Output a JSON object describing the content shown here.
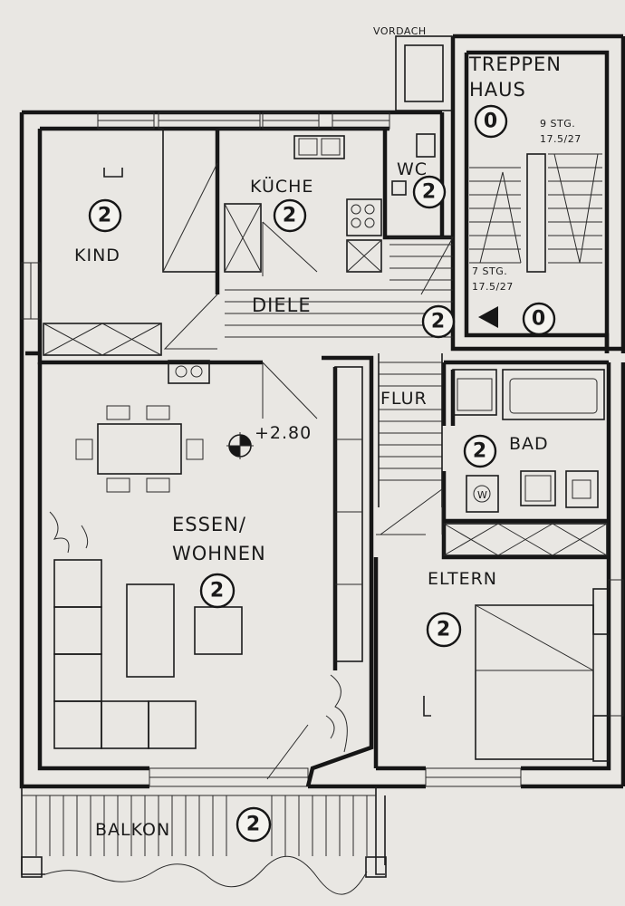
{
  "labels": {
    "vordach": "VORDACH",
    "treppenhaus_line1": "TREPPEN",
    "treppenhaus_line2": "HAUS",
    "stairs_upper_line1": "9 STG.",
    "stairs_upper_line2": "17.5/27",
    "stairs_lower_line1": "7 STG.",
    "stairs_lower_line2": "17.5/27",
    "kind": "KIND",
    "kueche": "KÜCHE",
    "wc": "WC",
    "diele": "DIELE",
    "flur": "FLUR",
    "bad": "BAD",
    "essen_line1": "ESSEN/",
    "essen_line2": "WOHNEN",
    "eltern": "ELTERN",
    "balkon": "BALKON",
    "height": "+2.80",
    "appliance_w": "W"
  },
  "level_markers": {
    "treppenhaus": "0",
    "kind": "2",
    "kueche": "2",
    "wc": "2",
    "diele": "2",
    "treppenhaus_lower": "0",
    "bad": "2",
    "essen": "2",
    "eltern": "2",
    "balkon": "2"
  }
}
